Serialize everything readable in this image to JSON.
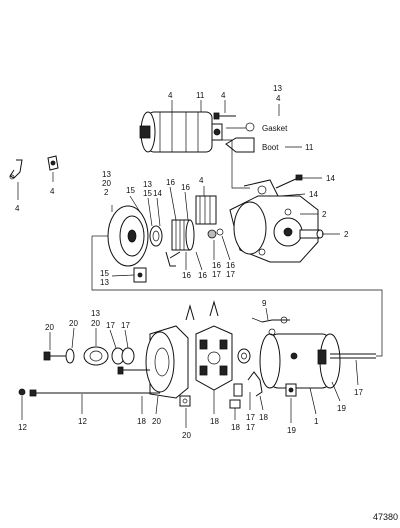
{
  "callouts": {
    "c_4_solenoid": "4",
    "c_11_top": "11",
    "c_4_screw": "4",
    "c_13_top": "13",
    "c_4_top": "4",
    "gasket_word": "Gasket",
    "boot_word": "Boot",
    "c_11_boot": "11",
    "c_4_left_clip": "4",
    "c_4_left_plate": "4",
    "c_14_a": "14",
    "c_14_b": "14",
    "c_4_brush": "4",
    "c_2_a": "2",
    "c_2_b": "2",
    "c_13_gear": "13",
    "c_20_gear": "20",
    "c_2_gear": "2",
    "c_15_a": "15",
    "c_13_b": "13",
    "c_15_b": "15",
    "c_14_c": "14",
    "c_16_a": "16",
    "c_16_b": "16",
    "c_16_c": "16",
    "c_16_d": "16",
    "c_17_a": "17",
    "c_16_e": "16",
    "c_17_b": "17",
    "c_15_c": "15",
    "c_13_c": "13",
    "c_16_f": "16",
    "c_9": "9",
    "c_13_d": "13",
    "c_20_a": "20",
    "c_20_b": "20",
    "c_20_c": "20",
    "c_17_c": "17",
    "c_17_d": "17",
    "c_17_e": "17",
    "c_18_a": "18",
    "c_20_d": "20",
    "c_18_b": "18",
    "c_18_c": "18",
    "c_17_f": "17",
    "c_18_d": "18",
    "c_1": "1",
    "c_19_a": "19",
    "c_19_b": "19",
    "c_12_a": "12",
    "c_12_b": "12",
    "c_20_e": "20",
    "c_17_g": "17"
  },
  "figure_number": "47380"
}
